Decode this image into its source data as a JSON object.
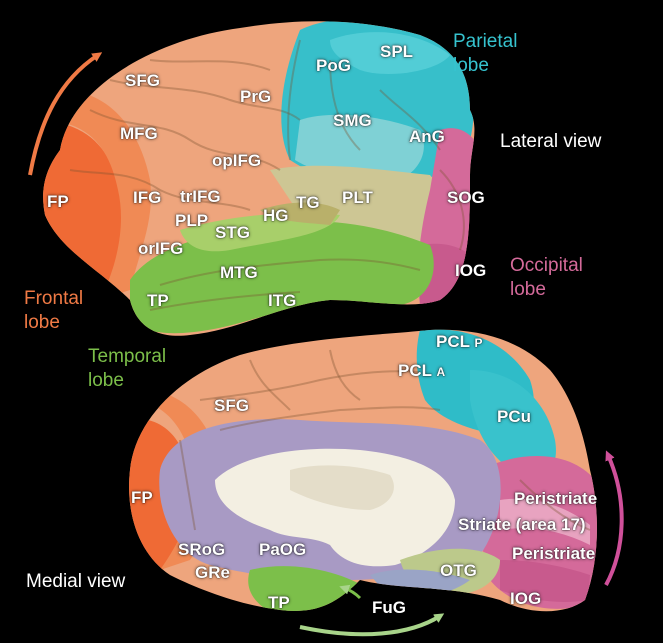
{
  "views": {
    "lateral": "Lateral view",
    "medial": "Medial view"
  },
  "lobes": {
    "parietal": "Parietal\nlobe",
    "frontal": "Frontal\nlobe",
    "temporal": "Temporal\nlobe",
    "occipital": "Occipital\nlobe"
  },
  "lobe_colors": {
    "frontal": "#f07a45",
    "parietal": "#36c3cf",
    "temporal": "#7cbf4a",
    "occipital": "#d46a9a"
  },
  "lateral_labels": {
    "SFG": "SFG",
    "PoG": "PoG",
    "SPL": "SPL",
    "PrG": "PrG",
    "MFG": "MFG",
    "SMG": "SMG",
    "AnG": "AnG",
    "opIFG": "opIFG",
    "FP": "FP",
    "IFG": "IFG",
    "trIFG": "trIFG",
    "TG": "TG",
    "PLT": "PLT",
    "SOG": "SOG",
    "PLP": "PLP",
    "HG": "HG",
    "STG": "STG",
    "orIFG": "orIFG",
    "MTG": "MTG",
    "IOG": "IOG",
    "TP": "TP",
    "ITG": "ITG"
  },
  "medial_labels": {
    "PCL_P": "PCL",
    "PCL_P_sub": "P",
    "PCL_A": "PCL",
    "PCL_A_sub": "A",
    "SFG": "SFG",
    "PCu": "PCu",
    "FP": "FP",
    "Peristriate1": "Peristriate",
    "Striate": "Striate (area 17)",
    "Peristriate2": "Peristriate",
    "SRoG": "SRoG",
    "PaOG": "PaOG",
    "GRe": "GRe",
    "OTG": "OTG",
    "IOG": "IOG",
    "TP": "TP",
    "FuG": "FuG"
  }
}
